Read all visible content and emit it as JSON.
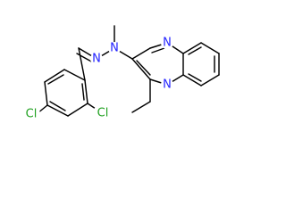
{
  "structure": {
    "atoms": {
      "cl_left": "Cl",
      "cl_right": "Cl",
      "n_imine": "N",
      "n_methyl": "N",
      "n_upper": "N",
      "n_lower": "N"
    },
    "colors": {
      "bond": "#000000",
      "nitrogen": "#2323ff",
      "chlorine": "#1fa01f",
      "background": "#ffffff"
    }
  }
}
